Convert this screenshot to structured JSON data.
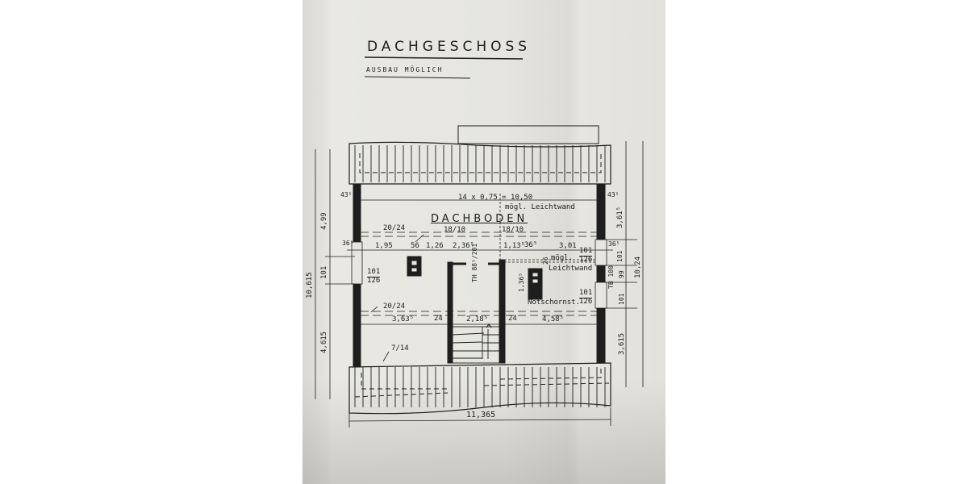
{
  "drawing": {
    "title": "DACHGESCHOSS",
    "subtitle": "AUSBAU MÖGLICH",
    "room_name": "DACHBODEN",
    "rafter_note": "14 x 0,75 = 10,50",
    "light_wall_top": "mögl. Leichtwand",
    "light_wall_right_1": "mögl.",
    "light_wall_right_2": "Leichtwand",
    "emergency_chimney": "Notschornst.",
    "beam_labels": [
      "20/24",
      "18/10",
      "18/10",
      "20/24",
      "7/14"
    ],
    "upper_dims": [
      "1,95",
      "56",
      "1,26",
      "2,36⁵",
      "1,13⁵",
      "36⁵",
      "3,01"
    ],
    "lower_dims": [
      "3,63⁵",
      "24",
      "2,18⁵",
      "24",
      "4,58⁵"
    ],
    "window_left": [
      "101",
      "126"
    ],
    "window_right_top": [
      "101",
      "126"
    ],
    "window_right_bottom": [
      "101",
      "126"
    ],
    "door": "TH 88⁵/201",
    "chimney_dim": "1,36⁵",
    "small_dim": "26",
    "wall_left_top": "43⁵",
    "wall_right_top": "43⁵",
    "wall_left_mid": "36⁵",
    "wall_right_mid": "36⁵",
    "left_dims": {
      "total": "10,615",
      "upper": "4,99",
      "mid": "101",
      "lower": "4,615"
    },
    "right_dims": {
      "total": "10,24",
      "upper": "3,61⁵",
      "a": "101",
      "b": "99",
      "c": "101",
      "tb": "TB 100",
      "lower": "3,615"
    },
    "bottom_total": "11,365"
  }
}
